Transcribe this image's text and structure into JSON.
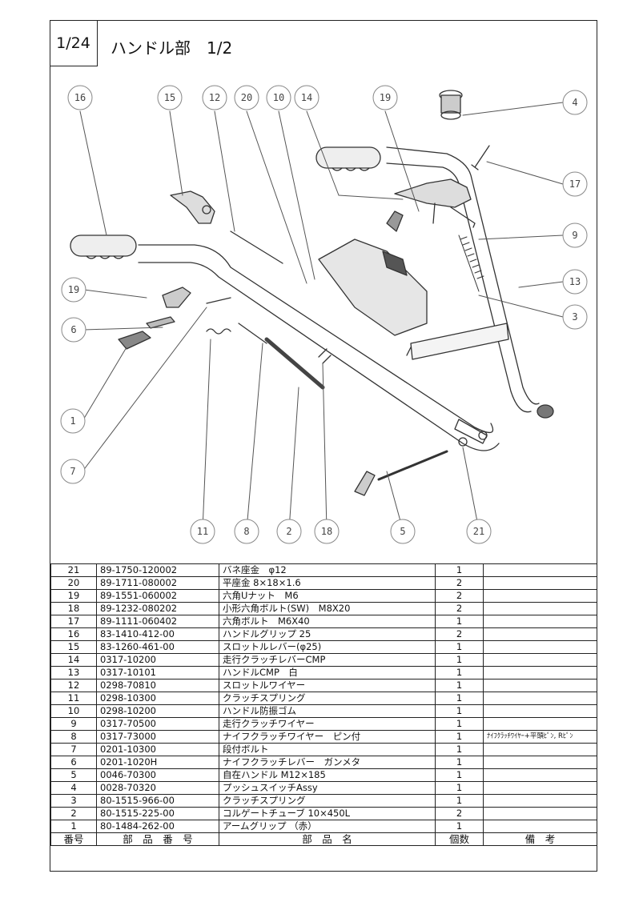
{
  "page": {
    "number": "1/24",
    "title": "ハンドル部　1/2"
  },
  "callouts": [
    {
      "label": "16"
    },
    {
      "label": "15"
    },
    {
      "label": "12"
    },
    {
      "label": "20"
    },
    {
      "label": "10"
    },
    {
      "label": "14"
    },
    {
      "label": "19"
    },
    {
      "label": "4"
    },
    {
      "label": "17"
    },
    {
      "label": "9"
    },
    {
      "label": "13"
    },
    {
      "label": "3"
    },
    {
      "label": "19"
    },
    {
      "label": "6"
    },
    {
      "label": "1"
    },
    {
      "label": "7"
    },
    {
      "label": "11"
    },
    {
      "label": "8"
    },
    {
      "label": "2"
    },
    {
      "label": "18"
    },
    {
      "label": "5"
    },
    {
      "label": "21"
    }
  ],
  "table": {
    "headers": [
      "番号",
      "部　品　番　号",
      "部　品　名",
      "個数",
      "備　考"
    ],
    "rows": [
      {
        "no": "21",
        "part_no": "89-1750-120002",
        "name": "バネ座金　φ12",
        "qty": "1",
        "remark": ""
      },
      {
        "no": "20",
        "part_no": "89-1711-080002",
        "name": "平座金 8×18×1.6",
        "qty": "2",
        "remark": ""
      },
      {
        "no": "19",
        "part_no": "89-1551-060002",
        "name": "六角Uナット　M6",
        "qty": "2",
        "remark": ""
      },
      {
        "no": "18",
        "part_no": "89-1232-080202",
        "name": "小形六角ボルト(SW)　M8X20",
        "qty": "2",
        "remark": ""
      },
      {
        "no": "17",
        "part_no": "89-1111-060402",
        "name": "六角ボルト　M6X40",
        "qty": "1",
        "remark": ""
      },
      {
        "no": "16",
        "part_no": "83-1410-412-00",
        "name": "ハンドルグリップ 25",
        "qty": "2",
        "remark": ""
      },
      {
        "no": "15",
        "part_no": "83-1260-461-00",
        "name": "スロットルレバー(φ25)",
        "qty": "1",
        "remark": ""
      },
      {
        "no": "14",
        "part_no": "0317-10200",
        "name": "走行クラッチレバーCMP",
        "qty": "1",
        "remark": ""
      },
      {
        "no": "13",
        "part_no": "0317-10101",
        "name": "ハンドルCMP　白",
        "qty": "1",
        "remark": ""
      },
      {
        "no": "12",
        "part_no": "0298-70810",
        "name": "スロットルワイヤー",
        "qty": "1",
        "remark": ""
      },
      {
        "no": "11",
        "part_no": "0298-10300",
        "name": "クラッチスプリング",
        "qty": "1",
        "remark": ""
      },
      {
        "no": "10",
        "part_no": "0298-10200",
        "name": "ハンドル防振ゴム",
        "qty": "1",
        "remark": ""
      },
      {
        "no": "9",
        "part_no": "0317-70500",
        "name": "走行クラッチワイヤー",
        "qty": "1",
        "remark": ""
      },
      {
        "no": "8",
        "part_no": "0317-73000",
        "name": "ナイフクラッチワイヤー　ピン付",
        "qty": "1",
        "remark": "ﾅｲﾌｸﾗｯﾁﾜｲﾔｰ+平頭ﾋﾟﾝ, Rﾋﾟﾝ"
      },
      {
        "no": "7",
        "part_no": "0201-10300",
        "name": "段付ボルト",
        "qty": "1",
        "remark": ""
      },
      {
        "no": "6",
        "part_no": "0201-1020H",
        "name": "ナイフクラッチレバー　ガンメタ",
        "qty": "1",
        "remark": ""
      },
      {
        "no": "5",
        "part_no": "0046-70300",
        "name": "自在ハンドル M12×185",
        "qty": "1",
        "remark": ""
      },
      {
        "no": "4",
        "part_no": "0028-70320",
        "name": "プッシュスイッチAssy",
        "qty": "1",
        "remark": ""
      },
      {
        "no": "3",
        "part_no": "80-1515-966-00",
        "name": "クラッチスプリング",
        "qty": "1",
        "remark": ""
      },
      {
        "no": "2",
        "part_no": "80-1515-225-00",
        "name": "コルゲートチューブ 10×450L",
        "qty": "2",
        "remark": ""
      },
      {
        "no": "1",
        "part_no": "80-1484-262-00",
        "name": "アームグリップ （赤）",
        "qty": "1",
        "remark": ""
      }
    ]
  }
}
